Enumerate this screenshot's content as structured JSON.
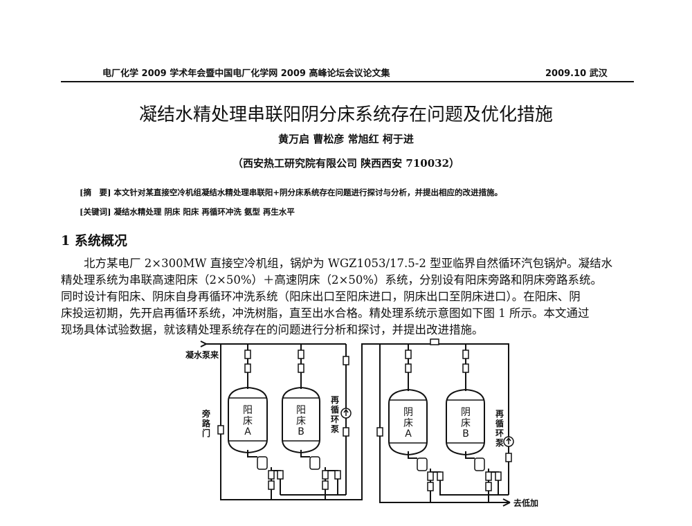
{
  "header": {
    "left": "电厂化学 2009 学术年会暨中国电厂化学网 2009 高峰论坛会议论文集",
    "right": "2009.10 武汉"
  },
  "title": "凝结水精处理串联阳阴分床系统存在问题及优化措施",
  "authors": "黄万启  曹松彦  常旭红  柯于进",
  "affiliation": "（西安热工研究院有限公司    陕西西安  710032）",
  "abstract": {
    "label": "[摘　要]",
    "text": " 本文针对某直接空冷机组凝结水精处理串联阳+阴分床系统存在问题进行探讨与分析，并提出相应的改进措施。"
  },
  "keywords": {
    "label": "[关键词]",
    "text": " 凝结水精处理 阴床 阳床 再循环冲洗 氨型 再生水平"
  },
  "section": {
    "heading": "1  系统概况"
  },
  "body_lines": [
    "北方某电厂 2×300MW 直接空冷机组，锅炉为 WGZ1053/17.5-2 型亚临界自然循环汽包锅炉。凝结水",
    "精处理系统为串联高速阳床（2×50%）＋高速阴床（2×50%）系统，分别设有阳床旁路和阴床旁路系统。",
    "同时设计有阳床、阴床自身再循环冲洗系统（阳床出口至阳床进口，阴床出口至阴床进口）。在阳床、阴",
    "床投运初期，先开启再循环系统，冲洗树脂，直至出水合格。精处理系统示意图如下图 1 所示。本文通过",
    "现场具体试验数据，就该精处理系统存在的问题进行分析和探讨，并提出改进措施。"
  ],
  "diagram": {
    "inlet": "凝水泵来",
    "bypass": [
      "旁",
      "路",
      "门"
    ],
    "cation_a": [
      "阳",
      "床",
      "A"
    ],
    "cation_b": [
      "阳",
      "床",
      "B"
    ],
    "recirc_pump_1": [
      "再",
      "循",
      "环",
      "泵"
    ],
    "anion_a": [
      "阴",
      "床",
      "A"
    ],
    "anion_b": [
      "阴",
      "床",
      "B"
    ],
    "recirc_pump_2": [
      "再",
      "循",
      "环",
      "泵"
    ],
    "outlet": "去低加"
  }
}
